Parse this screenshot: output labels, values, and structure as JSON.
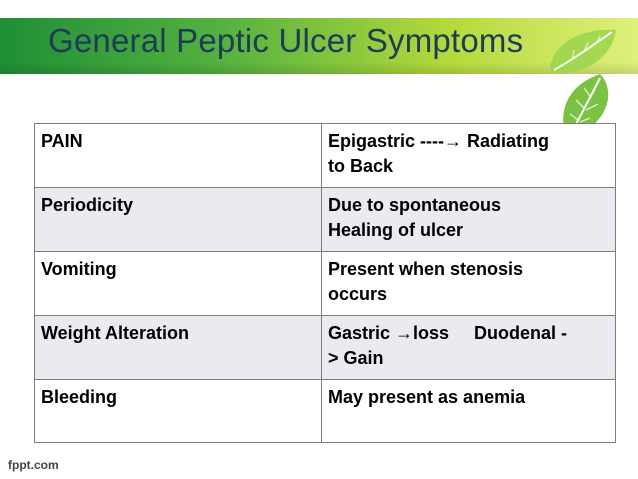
{
  "slide": {
    "title": "General Peptic Ulcer Symptoms",
    "footer": "fppt.com"
  },
  "table": {
    "rows": [
      {
        "label": "PAIN",
        "value_line1": "Epigastric ----→ Radiating",
        "value_line2": "to Back"
      },
      {
        "label": "Periodicity",
        "value_line1": "Due to spontaneous",
        "value_line2": "Healing of ulcer"
      },
      {
        "label": "Vomiting",
        "value_line1": "Present when stenosis",
        "value_line2": "occurs"
      },
      {
        "label": "Weight Alteration",
        "value_line1": "Gastric →loss     Duodenal -",
        "value_line2": "> Gain"
      },
      {
        "label": "Bleeding",
        "value_line1": "May present as anemia",
        "value_line2": ""
      }
    ]
  },
  "colors": {
    "band_start": "#1f8f36",
    "band_end": "#dff07c",
    "title_text": "#1e3b5a",
    "row_alt": "#e9ebf0",
    "border": "#7d7d7d",
    "leaf": "#7cc242"
  },
  "icons": [
    "leaf-icon"
  ]
}
